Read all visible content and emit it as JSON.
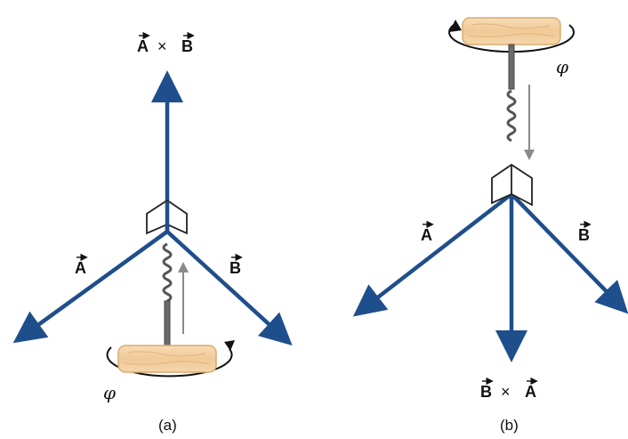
{
  "colors": {
    "vector": "#1f4e8c",
    "cork": "#f2cfa0",
    "cork_stroke": "#d8ab72",
    "screw": "#555555",
    "direction_arrow": "#8a8a8a",
    "text": "#111111"
  },
  "panel_a": {
    "caption": "(a)",
    "label_A": "A",
    "label_B": "B",
    "result_left": "A",
    "cross_symbol": "×",
    "result_right": "B",
    "rotation_symbol": "φ"
  },
  "panel_b": {
    "caption": "(b)",
    "label_A": "A",
    "label_B": "B",
    "result_left": "B",
    "cross_symbol": "×",
    "result_right": "A",
    "rotation_symbol": "φ"
  }
}
